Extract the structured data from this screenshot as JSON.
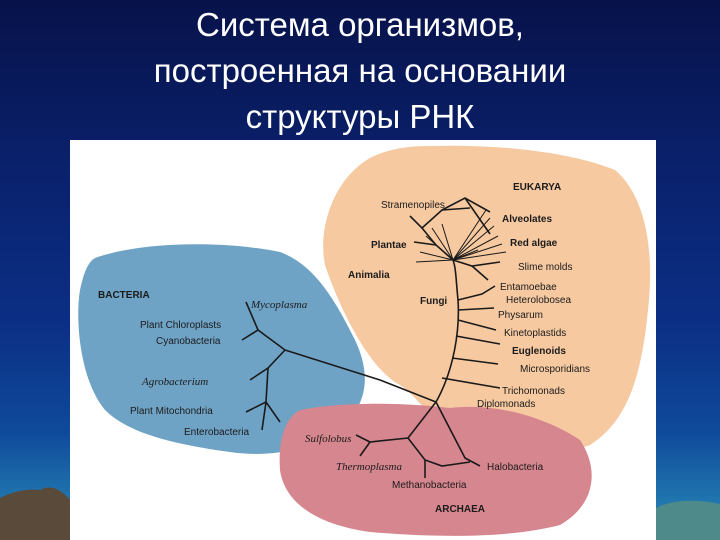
{
  "title": {
    "line1": "Система организмов,",
    "line2": "построенная на основании",
    "line3": "структуры РНК"
  },
  "colors": {
    "eukarya": "#f6c9a1",
    "bacteria": "#6fa3c6",
    "archaea": "#d6868e",
    "branch": "#1a1a1a"
  },
  "domains": {
    "eukarya": "EUKARYA",
    "bacteria": "BACTERIA",
    "archaea": "ARCHAEA"
  },
  "eukarya_groups": {
    "stramenopiles": "Stramenopiles",
    "alveolates": "Alveolates",
    "plantae": "Plantae",
    "red_algae": "Red algae",
    "animalia": "Animalia",
    "slime_molds": "Slime molds",
    "fungi": "Fungi",
    "entamoebae": "Entamoebae",
    "heterolobosea": "Heterolobosea",
    "physarum": "Physarum",
    "kinetoplastids": "Kinetoplastids",
    "euglenoids": "Euglenoids",
    "microsporidians": "Microsporidians",
    "trichomonads": "Trichomonads",
    "diplomonads": "Diplomonads"
  },
  "bacteria_groups": {
    "mycoplasma": "Mycoplasma",
    "plant_chloroplasts": "Plant Chloroplasts",
    "cyanobacteria": "Cyanobacteria",
    "agrobacterium": "Agrobacterium",
    "plant_mitochondria": "Plant Mitochondria",
    "enterobacteria": "Enterobacteria"
  },
  "archaea_groups": {
    "sulfolobus": "Sulfolobus",
    "thermoplasma": "Thermoplasma",
    "halobacteria": "Halobacteria",
    "methanobacteria": "Methanobacteria"
  }
}
